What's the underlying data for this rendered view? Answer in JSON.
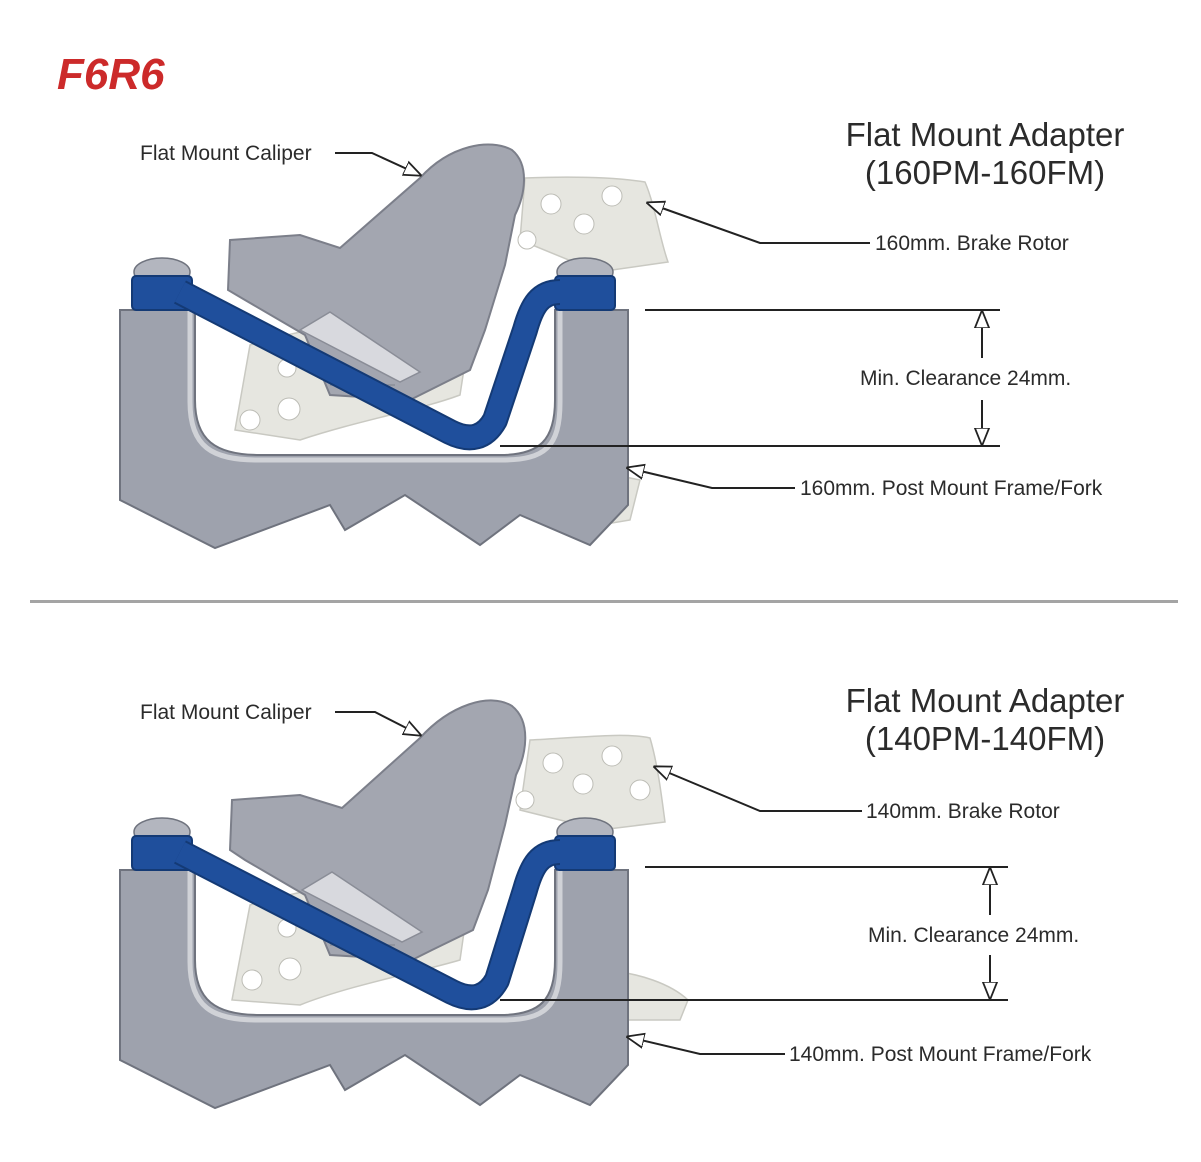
{
  "brand": "F6R6",
  "panels": [
    {
      "title_line1": "Flat Mount Adapter",
      "title_line2": "(160PM-160FM)",
      "caliper_label": "Flat Mount Caliper",
      "rotor_label": "160mm. Brake Rotor",
      "clearance_label": "Min. Clearance 24mm.",
      "frame_label": "160mm. Post Mount Frame/Fork"
    },
    {
      "title_line1": "Flat Mount Adapter",
      "title_line2": "(140PM-140FM)",
      "caliper_label": "Flat Mount Caliper",
      "rotor_label": "140mm. Brake Rotor",
      "clearance_label": "Min. Clearance 24mm.",
      "frame_label": "140mm. Post Mount Frame/Fork"
    }
  ],
  "colors": {
    "brand_red": "#cc2a2a",
    "adapter_blue": "#1f4f9c",
    "frame_gray": "#9ea2ad",
    "caliper_gray": "#a3a6b0",
    "rotor_light": "#e6e6e0"
  }
}
